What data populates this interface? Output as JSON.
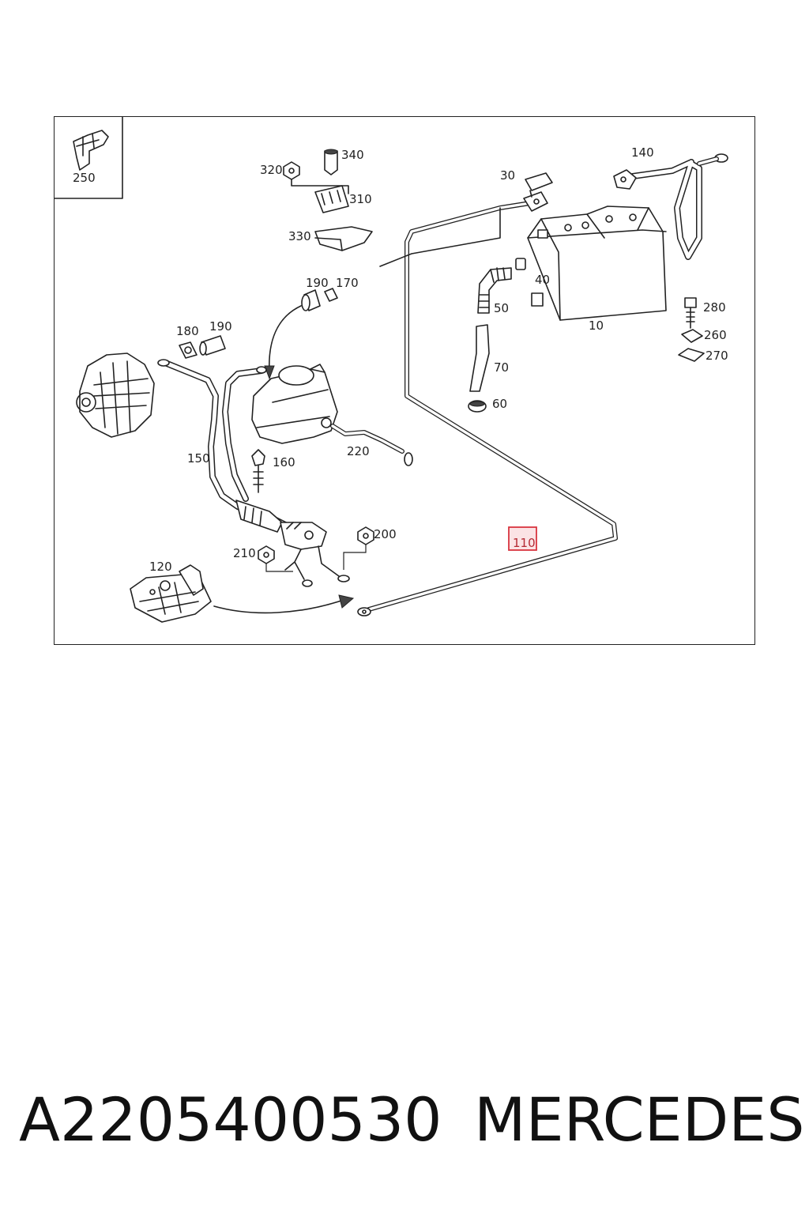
{
  "diagram": {
    "callouts": {
      "c10": "10",
      "c30": "30",
      "c40": "40",
      "c50": "50",
      "c60": "60",
      "c70": "70",
      "c110": "110",
      "c120": "120",
      "c140": "140",
      "c150": "150",
      "c160": "160",
      "c170": "170",
      "c180": "180",
      "c190a": "190",
      "c190b": "190",
      "c200": "200",
      "c210": "210",
      "c220": "220",
      "c250": "250",
      "c260": "260",
      "c270": "270",
      "c280": "280",
      "c310": "310",
      "c320": "320",
      "c330": "330",
      "c340": "340"
    },
    "highlighted_callout": "110",
    "highlight_color": "#d9343f"
  },
  "footer": {
    "part_number": "A2205400530",
    "brand": "MERCEDES"
  }
}
